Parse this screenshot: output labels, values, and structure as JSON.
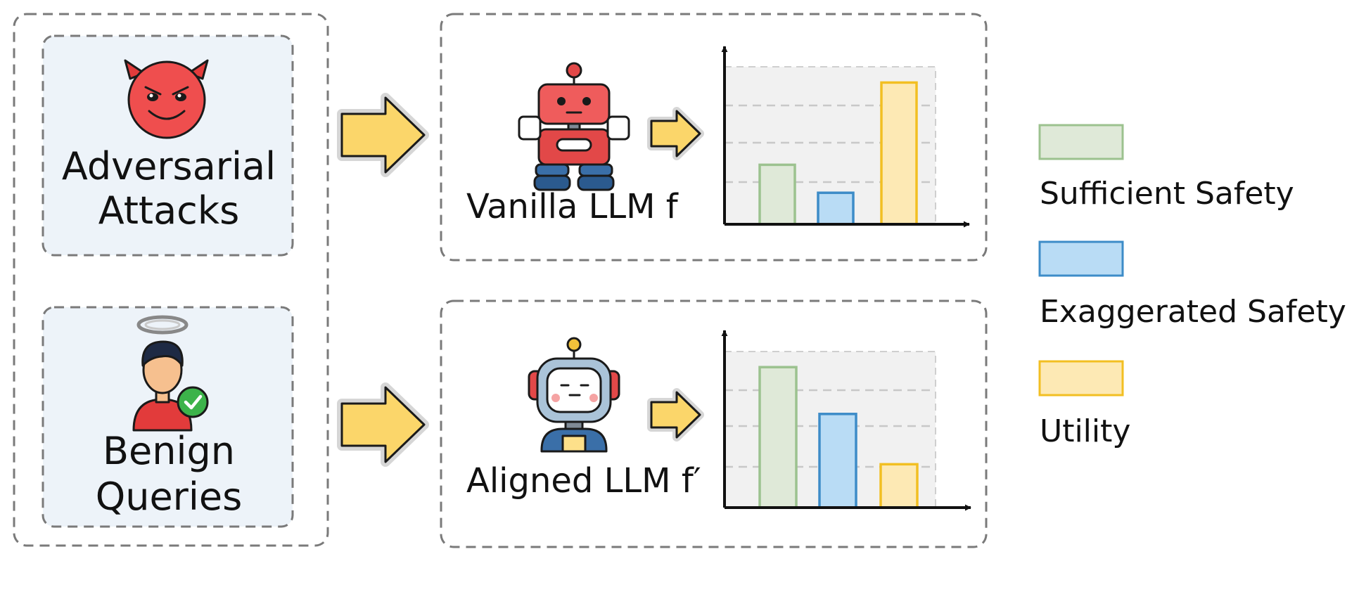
{
  "inputs": {
    "adversarial": {
      "line1": "Adversarial",
      "line2": "Attacks",
      "icon": "devil-face-icon"
    },
    "benign": {
      "line1": "Benign",
      "line2": "Queries",
      "icon": "angel-person-icon"
    }
  },
  "models": {
    "vanilla": {
      "label": "Vanilla LLM f",
      "icon": "red-robot-icon"
    },
    "aligned": {
      "label": "Aligned LLM f′",
      "icon": "blue-robot-icon"
    }
  },
  "legend": [
    {
      "label": "Sufficient Safety",
      "fill": "#dfe9d8",
      "stroke": "#9cc28f"
    },
    {
      "label": "Exaggerated Safety",
      "fill": "#b9dcf5",
      "stroke": "#3d8cc8"
    },
    {
      "label": "Utility",
      "fill": "#fde9b4",
      "stroke": "#f2bf22"
    }
  ],
  "chart_data": [
    {
      "type": "bar",
      "categories": [
        "Sufficient Safety",
        "Exaggerated Safety",
        "Utility"
      ],
      "values": [
        3.4,
        1.8,
        8.1
      ],
      "ylim": [
        0,
        9
      ],
      "grid": true,
      "colors": [
        "#dfe9d8",
        "#b9dcf5",
        "#fde9b4"
      ],
      "strokes": [
        "#9cc28f",
        "#3d8cc8",
        "#f2bf22"
      ]
    },
    {
      "type": "bar",
      "categories": [
        "Sufficient Safety",
        "Exaggerated Safety",
        "Utility"
      ],
      "values": [
        8.1,
        5.4,
        2.5
      ],
      "ylim": [
        0,
        9
      ],
      "grid": true,
      "colors": [
        "#dfe9d8",
        "#b9dcf5",
        "#fde9b4"
      ],
      "strokes": [
        "#9cc28f",
        "#3d8cc8",
        "#f2bf22"
      ]
    }
  ]
}
